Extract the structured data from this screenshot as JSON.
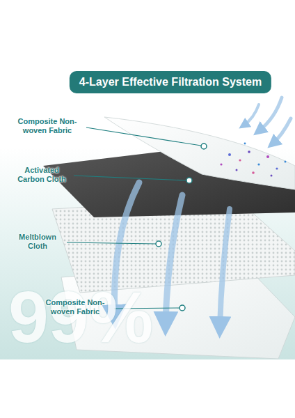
{
  "diagram": {
    "title": "4-Layer Effective Filtration System",
    "labels": [
      "Composite Non-woven Fabric",
      "Activated Carbon Cloth",
      "Meltblown Cloth",
      "Composite Non-woven Fabric",
      "99%"
    ]
  }
}
